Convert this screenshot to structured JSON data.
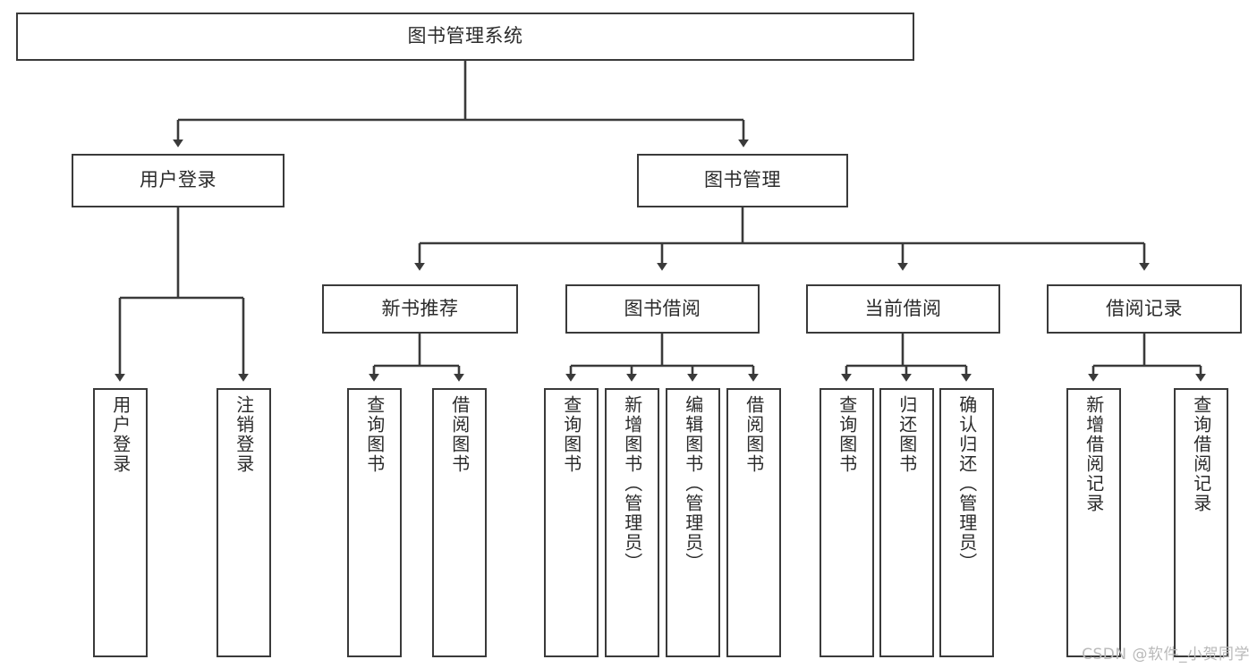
{
  "diagram": {
    "type": "tree-hierarchy",
    "title": "图书管理系统",
    "watermark": "CSDN @软件_小贺同学",
    "colors": {
      "stroke": "#3a3a3a",
      "fill": "#ffffff",
      "text": "#2b2b2b",
      "watermark": "#b9b9b9",
      "background": "#ffffff"
    },
    "nodes": {
      "root": {
        "label": "图书管理系统"
      },
      "level1": [
        {
          "id": "user-login",
          "label": "用户登录"
        },
        {
          "id": "book-management",
          "label": "图书管理"
        }
      ],
      "level2": [
        {
          "id": "new-book-recommend",
          "label": "新书推荐"
        },
        {
          "id": "book-borrow",
          "label": "图书借阅"
        },
        {
          "id": "current-borrow",
          "label": "当前借阅"
        },
        {
          "id": "borrow-record",
          "label": "借阅记录"
        }
      ],
      "leaves": [
        {
          "id": "leaf-user-login",
          "label": "用户登录",
          "parent": "user-login"
        },
        {
          "id": "leaf-logout-login",
          "label": "注销登录",
          "parent": "user-login"
        },
        {
          "id": "leaf-query-book-1",
          "label": "查询图书",
          "parent": "new-book-recommend"
        },
        {
          "id": "leaf-borrow-book-1",
          "label": "借阅图书",
          "parent": "new-book-recommend"
        },
        {
          "id": "leaf-query-book-2",
          "label": "查询图书",
          "parent": "book-borrow"
        },
        {
          "id": "leaf-add-book-admin",
          "label": "新增图书（管理员）",
          "parent": "book-borrow"
        },
        {
          "id": "leaf-edit-book-admin",
          "label": "编辑图书（管理员）",
          "parent": "book-borrow"
        },
        {
          "id": "leaf-borrow-book-2",
          "label": "借阅图书",
          "parent": "book-borrow"
        },
        {
          "id": "leaf-query-book-3",
          "label": "查询图书",
          "parent": "current-borrow"
        },
        {
          "id": "leaf-return-book",
          "label": "归还图书",
          "parent": "current-borrow"
        },
        {
          "id": "leaf-confirm-return-admin",
          "label": "确认归还（管理员）",
          "parent": "current-borrow"
        },
        {
          "id": "leaf-add-borrow-record",
          "label": "新增借阅记录",
          "parent": "borrow-record"
        },
        {
          "id": "leaf-query-borrow-record",
          "label": "查询借阅记录",
          "parent": "borrow-record"
        }
      ]
    }
  }
}
